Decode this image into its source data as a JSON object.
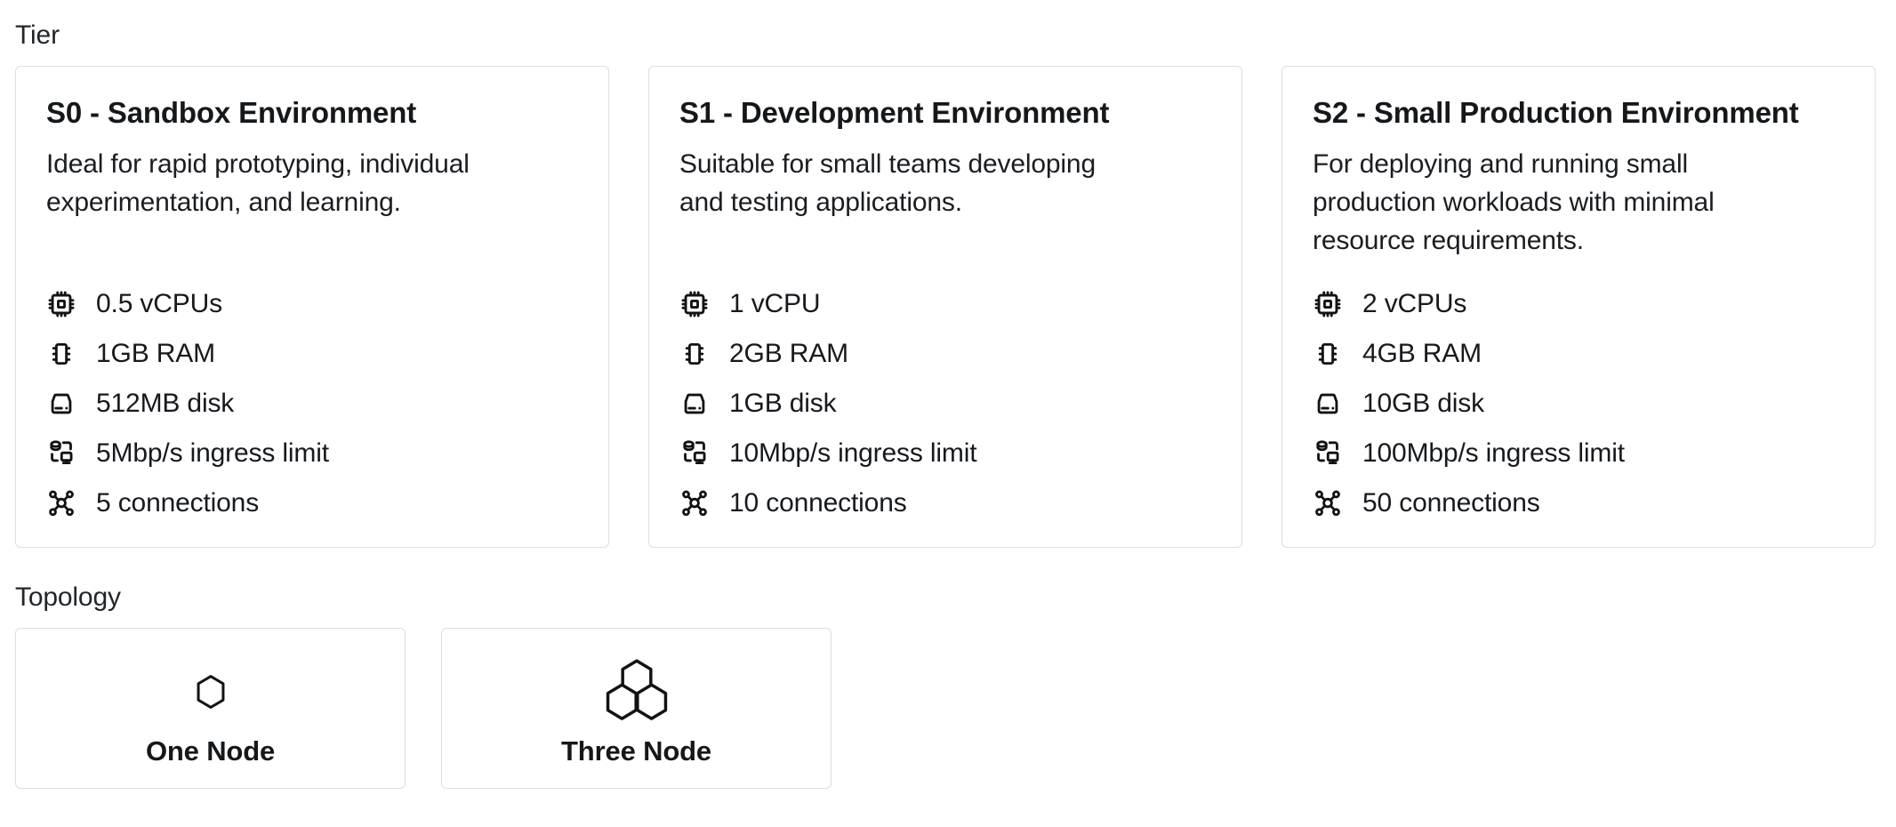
{
  "sections": {
    "tier": "Tier",
    "topology": "Topology"
  },
  "tiers": [
    {
      "title": "S0 - Sandbox Environment",
      "description": "Ideal for rapid prototyping, individual\nexperimentation, and learning.",
      "specs": [
        {
          "icon": "cpu-icon",
          "label": "0.5 vCPUs"
        },
        {
          "icon": "ram-icon",
          "label": "1GB RAM"
        },
        {
          "icon": "disk-icon",
          "label": "512MB disk"
        },
        {
          "icon": "ingress-icon",
          "label": "5Mbp/s ingress limit"
        },
        {
          "icon": "connections-icon",
          "label": "5 connections"
        }
      ]
    },
    {
      "title": "S1 - Development Environment",
      "description": "Suitable for small teams developing\nand testing applications.",
      "specs": [
        {
          "icon": "cpu-icon",
          "label": "1 vCPU"
        },
        {
          "icon": "ram-icon",
          "label": "2GB RAM"
        },
        {
          "icon": "disk-icon",
          "label": "1GB disk"
        },
        {
          "icon": "ingress-icon",
          "label": "10Mbp/s ingress limit"
        },
        {
          "icon": "connections-icon",
          "label": "10 connections"
        }
      ]
    },
    {
      "title": "S2 - Small Production Environment",
      "description": "For deploying and running small\nproduction workloads with minimal\nresource requirements.",
      "specs": [
        {
          "icon": "cpu-icon",
          "label": "2 vCPUs"
        },
        {
          "icon": "ram-icon",
          "label": "4GB RAM"
        },
        {
          "icon": "disk-icon",
          "label": "10GB disk"
        },
        {
          "icon": "ingress-icon",
          "label": "100Mbp/s ingress limit"
        },
        {
          "icon": "connections-icon",
          "label": "50 connections"
        }
      ]
    }
  ],
  "topologies": [
    {
      "icon": "one-node-icon",
      "label": "One Node"
    },
    {
      "icon": "three-node-icon",
      "label": "Three Node"
    }
  ],
  "colors": {
    "card_border": "#d9e0e6",
    "text_primary": "#17191c"
  }
}
